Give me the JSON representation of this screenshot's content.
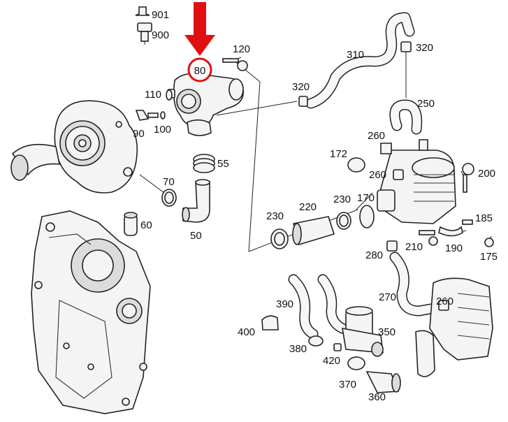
{
  "callouts": {
    "c901": "901",
    "c900": "900",
    "c80": "80",
    "c120": "120",
    "c310": "310",
    "c320a": "320",
    "c320b": "320",
    "c110": "110",
    "c90": "90",
    "c100": "100",
    "c250": "250",
    "c55": "55",
    "c260a": "260",
    "c172": "172",
    "c260b": "260",
    "c200": "200",
    "c70": "70",
    "c230a": "230",
    "c220": "220",
    "c230b": "230",
    "c170": "170",
    "c60": "60",
    "c50": "50",
    "c185": "185",
    "c210": "210",
    "c190": "190",
    "c280": "280",
    "c175": "175",
    "c270": "270",
    "c390": "390",
    "c260c": "260",
    "c350": "350",
    "c400": "400",
    "c380": "380",
    "c420": "420",
    "c370": "370",
    "c360": "360"
  },
  "highlight": {
    "callout": "80",
    "arrow_color": "#e01010",
    "ring_color": "#e01010"
  }
}
